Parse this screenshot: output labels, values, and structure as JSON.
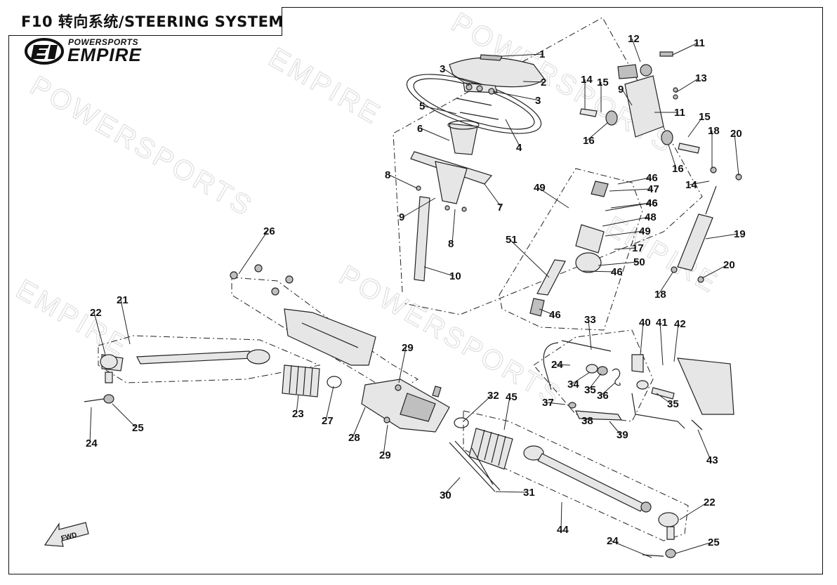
{
  "header": {
    "title": "F10 转向系统/STEERING SYSTEM"
  },
  "logo": {
    "top_text": "POWERSPORTS",
    "main_text": "EMPIRE"
  },
  "watermark": {
    "texts": [
      "POWERSPORTS",
      "EMPIRE",
      "POWERSPORTS",
      "EMPIRE",
      "POWERSPORTS",
      "EMPIRE"
    ]
  },
  "fwd_label": "FWD",
  "callouts": [
    {
      "label": "1"
    },
    {
      "label": "2"
    },
    {
      "label": "3"
    },
    {
      "label": "3"
    },
    {
      "label": "4"
    },
    {
      "label": "5"
    },
    {
      "label": "6"
    },
    {
      "label": "7"
    },
    {
      "label": "8"
    },
    {
      "label": "8"
    },
    {
      "label": "9"
    },
    {
      "label": "10"
    },
    {
      "label": "11"
    },
    {
      "label": "12"
    },
    {
      "label": "9"
    },
    {
      "label": "11"
    },
    {
      "label": "13"
    },
    {
      "label": "14"
    },
    {
      "label": "15"
    },
    {
      "label": "16"
    },
    {
      "label": "15"
    },
    {
      "label": "16"
    },
    {
      "label": "14"
    },
    {
      "label": "18"
    },
    {
      "label": "20"
    },
    {
      "label": "19"
    },
    {
      "label": "20"
    },
    {
      "label": "18"
    },
    {
      "label": "17"
    },
    {
      "label": "46"
    },
    {
      "label": "46"
    },
    {
      "label": "47"
    },
    {
      "label": "49"
    },
    {
      "label": "46"
    },
    {
      "label": "48"
    },
    {
      "label": "49"
    },
    {
      "label": "51"
    },
    {
      "label": "50"
    },
    {
      "label": "46"
    },
    {
      "label": "46"
    },
    {
      "label": "26"
    },
    {
      "label": "21"
    },
    {
      "label": "22"
    },
    {
      "label": "24"
    },
    {
      "label": "25"
    },
    {
      "label": "23"
    },
    {
      "label": "27"
    },
    {
      "label": "28"
    },
    {
      "label": "29"
    },
    {
      "label": "29"
    },
    {
      "label": "30"
    },
    {
      "label": "31"
    },
    {
      "label": "32"
    },
    {
      "label": "45"
    },
    {
      "label": "44"
    },
    {
      "label": "22"
    },
    {
      "label": "24"
    },
    {
      "label": "25"
    },
    {
      "label": "33"
    },
    {
      "label": "24"
    },
    {
      "label": "34"
    },
    {
      "label": "35"
    },
    {
      "label": "36"
    },
    {
      "label": "37"
    },
    {
      "label": "38"
    },
    {
      "label": "39"
    },
    {
      "label": "40"
    },
    {
      "label": "41"
    },
    {
      "label": "42"
    },
    {
      "label": "35"
    },
    {
      "label": "43"
    }
  ]
}
